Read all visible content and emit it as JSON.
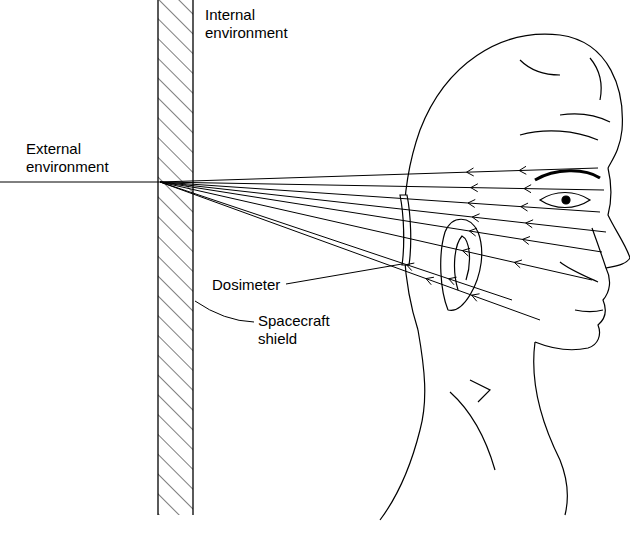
{
  "diagram": {
    "labels": [
      "Internal environment",
      "External environment",
      "Dosimeter",
      "Spacecraft shield"
    ]
  }
}
